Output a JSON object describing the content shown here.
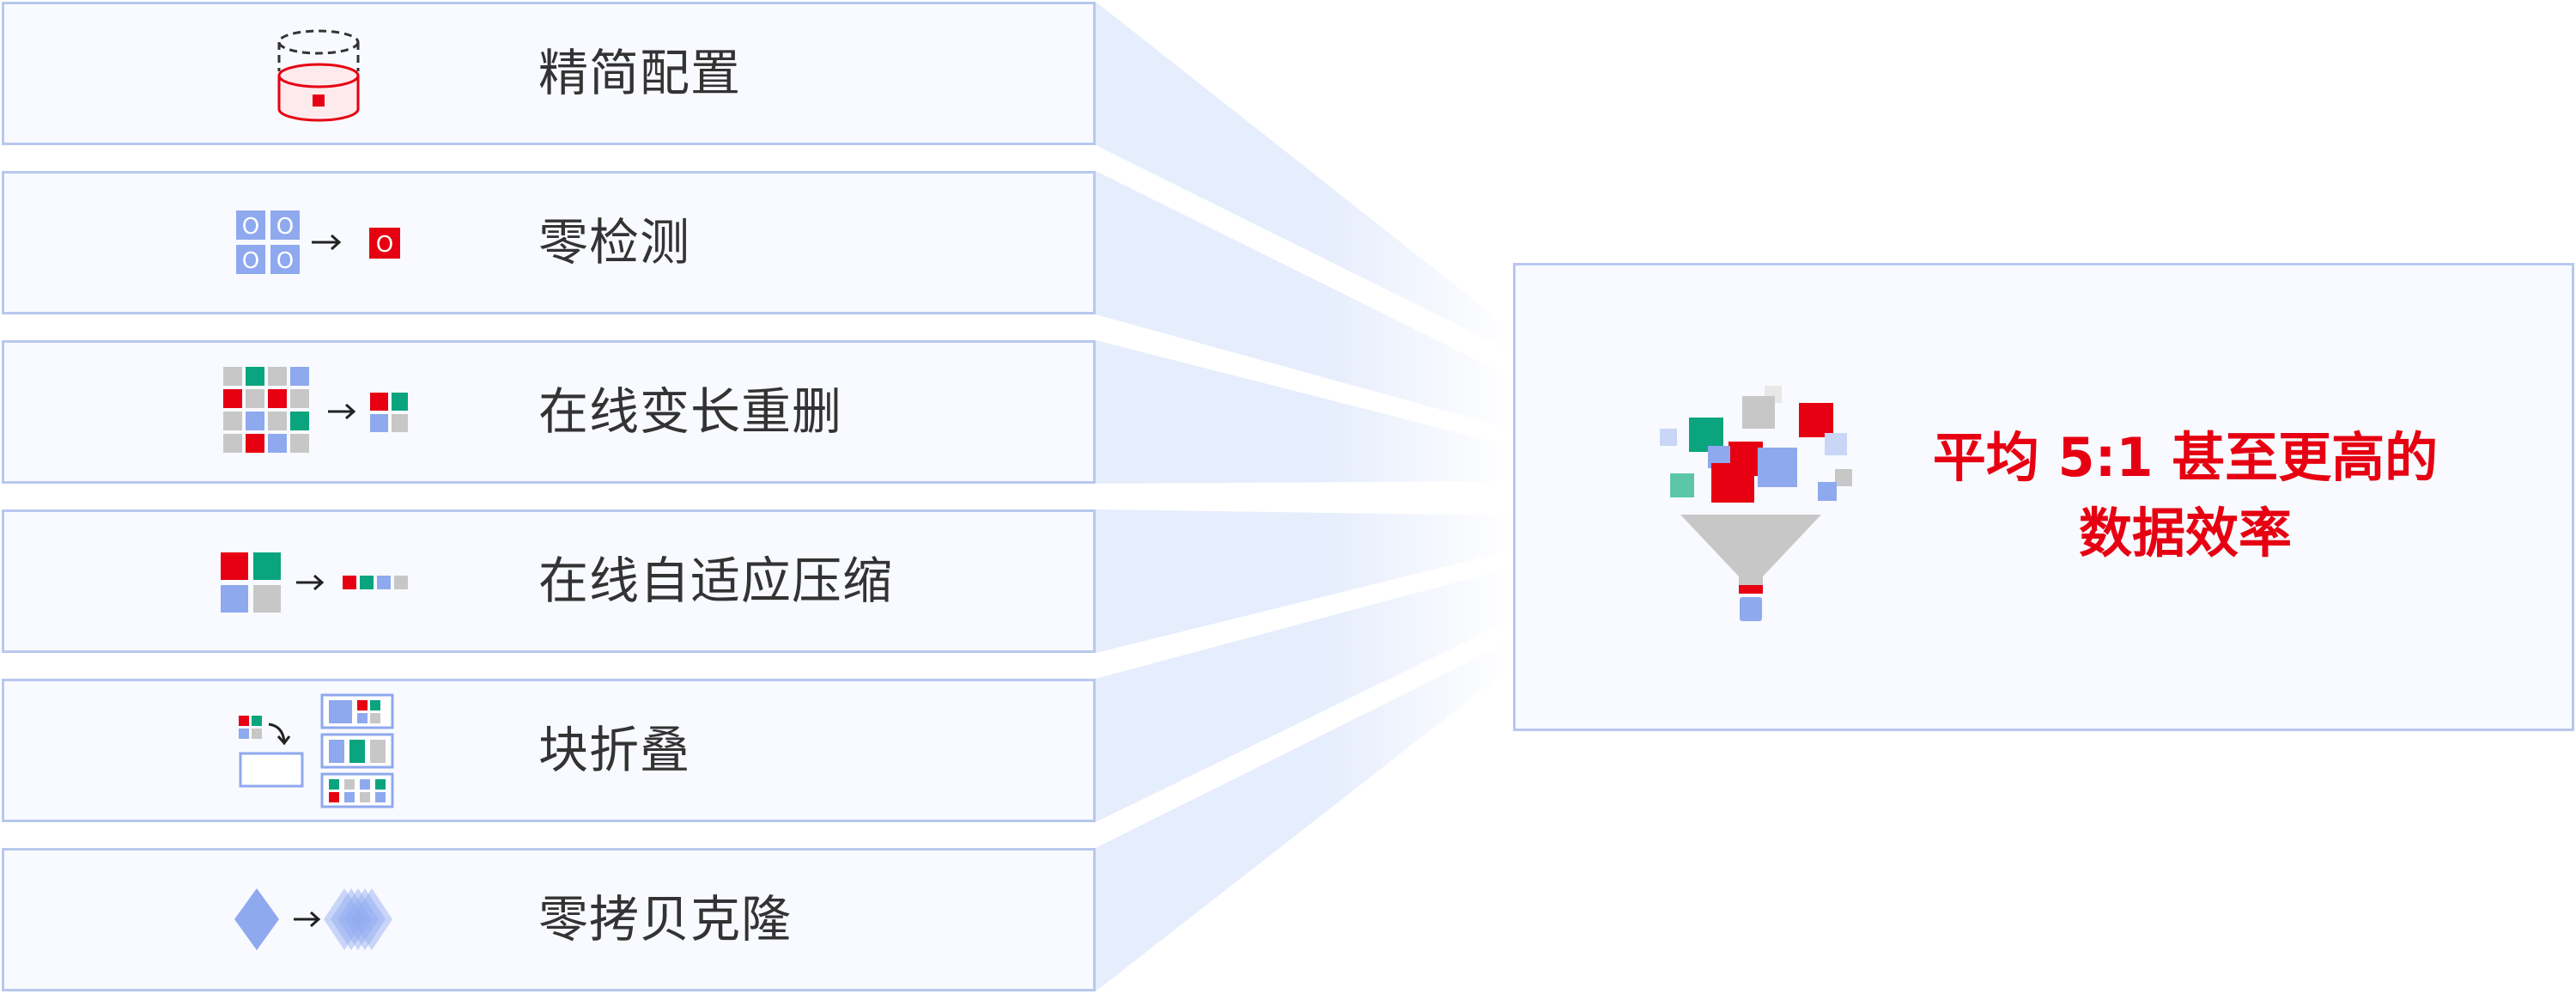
{
  "features": [
    {
      "id": "thin-provisioning",
      "label": "精简配置",
      "icon": "database-cylinder-icon"
    },
    {
      "id": "zero-detection",
      "label": "零检测",
      "icon": "zero-detection-icon",
      "glyph": "O"
    },
    {
      "id": "inline-dedup",
      "label": "在线变长重删",
      "icon": "dedup-blocks-icon"
    },
    {
      "id": "inline-compression",
      "label": "在线自适应压缩",
      "icon": "compression-blocks-icon"
    },
    {
      "id": "block-folding",
      "label": "块折叠",
      "icon": "block-folding-icon"
    },
    {
      "id": "zero-copy-clone",
      "label": "零拷贝克隆",
      "icon": "diamond-clone-icon"
    }
  ],
  "result": {
    "line1": "平均 5:1 甚至更高的",
    "line2": "数据效率",
    "icon": "funnel-icon"
  },
  "colors": {
    "accent_red": "#e60012",
    "accent_green": "#0aa57f",
    "accent_blue": "#8fa9ef",
    "neutral_gray": "#c7c7c7",
    "border": "#b8c8ee",
    "beam": "#e6edfc"
  }
}
